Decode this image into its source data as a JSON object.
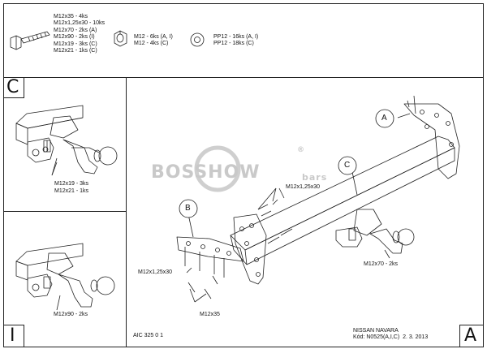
{
  "legend": {
    "bolts": [
      "M12x35 - 4ks",
      "M12x1,25x30 - 10ks",
      "M12x70 - 2ks (A)",
      "M12x90 - 2ks (I)",
      "M12x19 - 3ks (C)",
      "M12x21 - 1ks (C)"
    ],
    "nuts": [
      "M12 - 6ks (A, I)",
      "M12 - 4ks (C)"
    ],
    "washers": [
      "PP12 - 16ks (A, I)",
      "PP12 - 18ks (C)"
    ]
  },
  "panel_c": {
    "letter": "C",
    "callouts": [
      "M12x19 - 3ks",
      "M12x21 - 1ks"
    ]
  },
  "panel_i": {
    "letter": "I",
    "callouts": [
      "M12x90 - 2ks"
    ]
  },
  "main": {
    "markers": {
      "a": "A",
      "b": "B",
      "c": "C"
    },
    "callout_top": "M12x1,25x30",
    "callout_left": "M12x1,25x30",
    "callout_bottom": "M12x35",
    "callout_right": "M12x70 - 2ks",
    "corner_letter": "A"
  },
  "watermark": {
    "brand": "BOSSHOW",
    "sub": "bars",
    "reg": "®"
  },
  "footer": {
    "code": "AIC 325 0 1",
    "vehicle": "NISSAN NAVARA",
    "kod_date": "Kód: N0525(A,I,C)  2. 3. 2013"
  }
}
